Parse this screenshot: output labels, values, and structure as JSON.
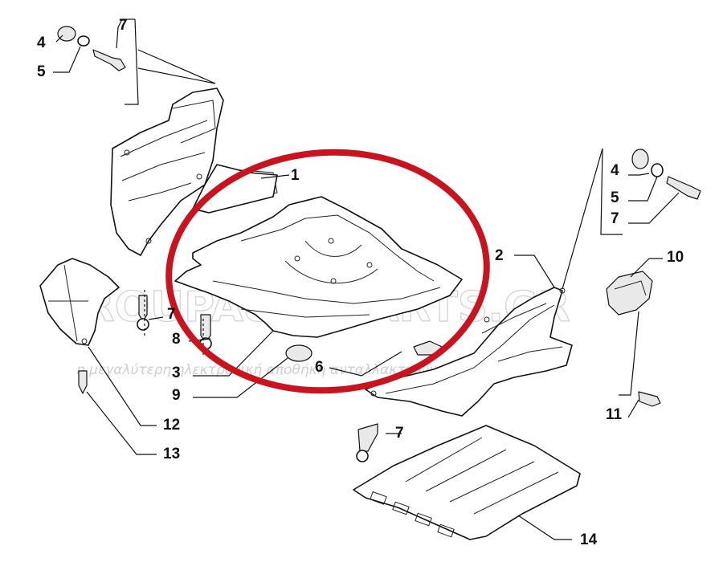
{
  "diagram": {
    "callouts": {
      "c1": "1",
      "c2": "2",
      "c3": "3",
      "c4a": "4",
      "c4b": "4",
      "c5a": "5",
      "c5b": "5",
      "c6": "6",
      "c7a": "7",
      "c7b": "7",
      "c7c": "7",
      "c7d": "7",
      "c8": "8",
      "c9": "9",
      "c10": "10",
      "c11": "11",
      "c12": "12",
      "c13": "13",
      "c14": "14"
    },
    "watermark": {
      "brand": "GROUPAUTOPARTS.GR",
      "tagline": "η μεγαλύτερη ηλεκτρονική αποθήκη ανταλλακτικών"
    },
    "highlight_color": "#c8141e",
    "line_color": "#111111"
  }
}
